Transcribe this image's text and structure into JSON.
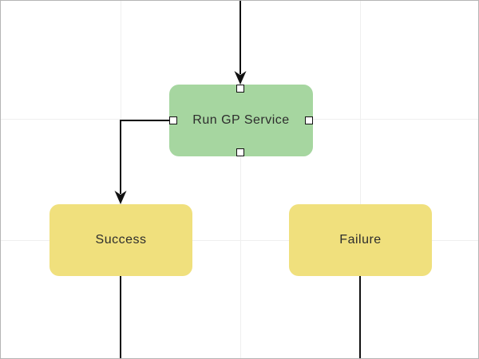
{
  "canvas": {
    "background": "#ffffff",
    "border_color": "#b5b5b5",
    "grid_color": "#efefef",
    "connector_color": "#111111"
  },
  "diagram": {
    "nodes": [
      {
        "id": "run-gp-service",
        "label": "Run GP Service",
        "type": "process",
        "fill": "#a6d6a0",
        "text_color": "#2d2d2d",
        "selected": true,
        "handles": [
          "top",
          "left",
          "right",
          "bottom"
        ]
      },
      {
        "id": "success",
        "label": "Success",
        "type": "outcome",
        "fill": "#f0e07d",
        "text_color": "#2d2d2d",
        "selected": false
      },
      {
        "id": "failure",
        "label": "Failure",
        "type": "outcome",
        "fill": "#f0e07d",
        "text_color": "#2d2d2d",
        "selected": false
      }
    ],
    "edges": [
      {
        "from": "offscreen-top",
        "to": "run-gp-service",
        "arrowhead": true
      },
      {
        "from": "run-gp-service-left",
        "to": "success",
        "arrowhead": true
      },
      {
        "from": "success",
        "to": "offscreen-bottom",
        "arrowhead": false
      },
      {
        "from": "failure",
        "to": "offscreen-bottom",
        "arrowhead": false
      }
    ]
  }
}
